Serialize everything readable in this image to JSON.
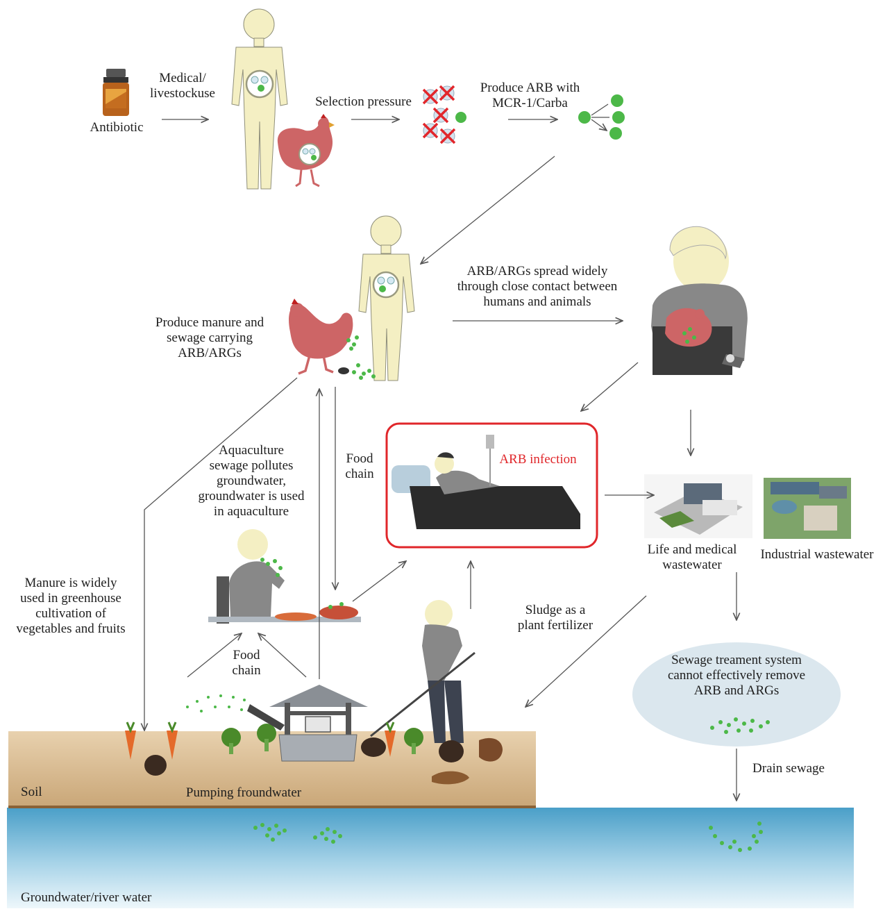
{
  "labels": {
    "antibiotic": "Antibiotic",
    "medical_use": "Medical/\nlivestockuse",
    "selection_pressure": "Selection pressure",
    "produce_arb": "Produce ARB with\nMCR-1/Carba",
    "spread": "ARB/ARGs spread widely\nthrough close contact between\nhumans and animals",
    "manure_sewage": "Produce manure and\nsewage carrying\nARB/ARGs",
    "aquaculture": "Aquaculture\nsewage pollutes\ngroundwater,\ngroundwater is used\nin aquaculture",
    "food_chain_top": "Food\nchain",
    "food_chain_bottom": "Food\nchain",
    "arb_infection": "ARB infection",
    "manure_greenhouse": "Manure is widely\nused in greenhouse\ncultivation of\nvegetables and fruits",
    "life_medical": "Life and medical\nwastewater",
    "industrial": "Industrial wastewater",
    "sludge": "Sludge as a\nplant fertilizer",
    "sewage_system": "Sewage treament system\ncannot effectively remove\nARB and ARGs",
    "drain_sewage": "Drain sewage",
    "soil": "Soil",
    "pumping": "Pumping froundwater",
    "groundwater": "Groundwater/river water"
  },
  "colors": {
    "bacteria_green": "#4cb848",
    "skin": "#f4efc3",
    "chicken": "#cd6566",
    "soil": "#d2b48c",
    "water_top": "#4a9fc8",
    "water_bottom": "#e8f4fa",
    "alert_red": "#e0262a",
    "ellipse": "#dbe7ee"
  }
}
